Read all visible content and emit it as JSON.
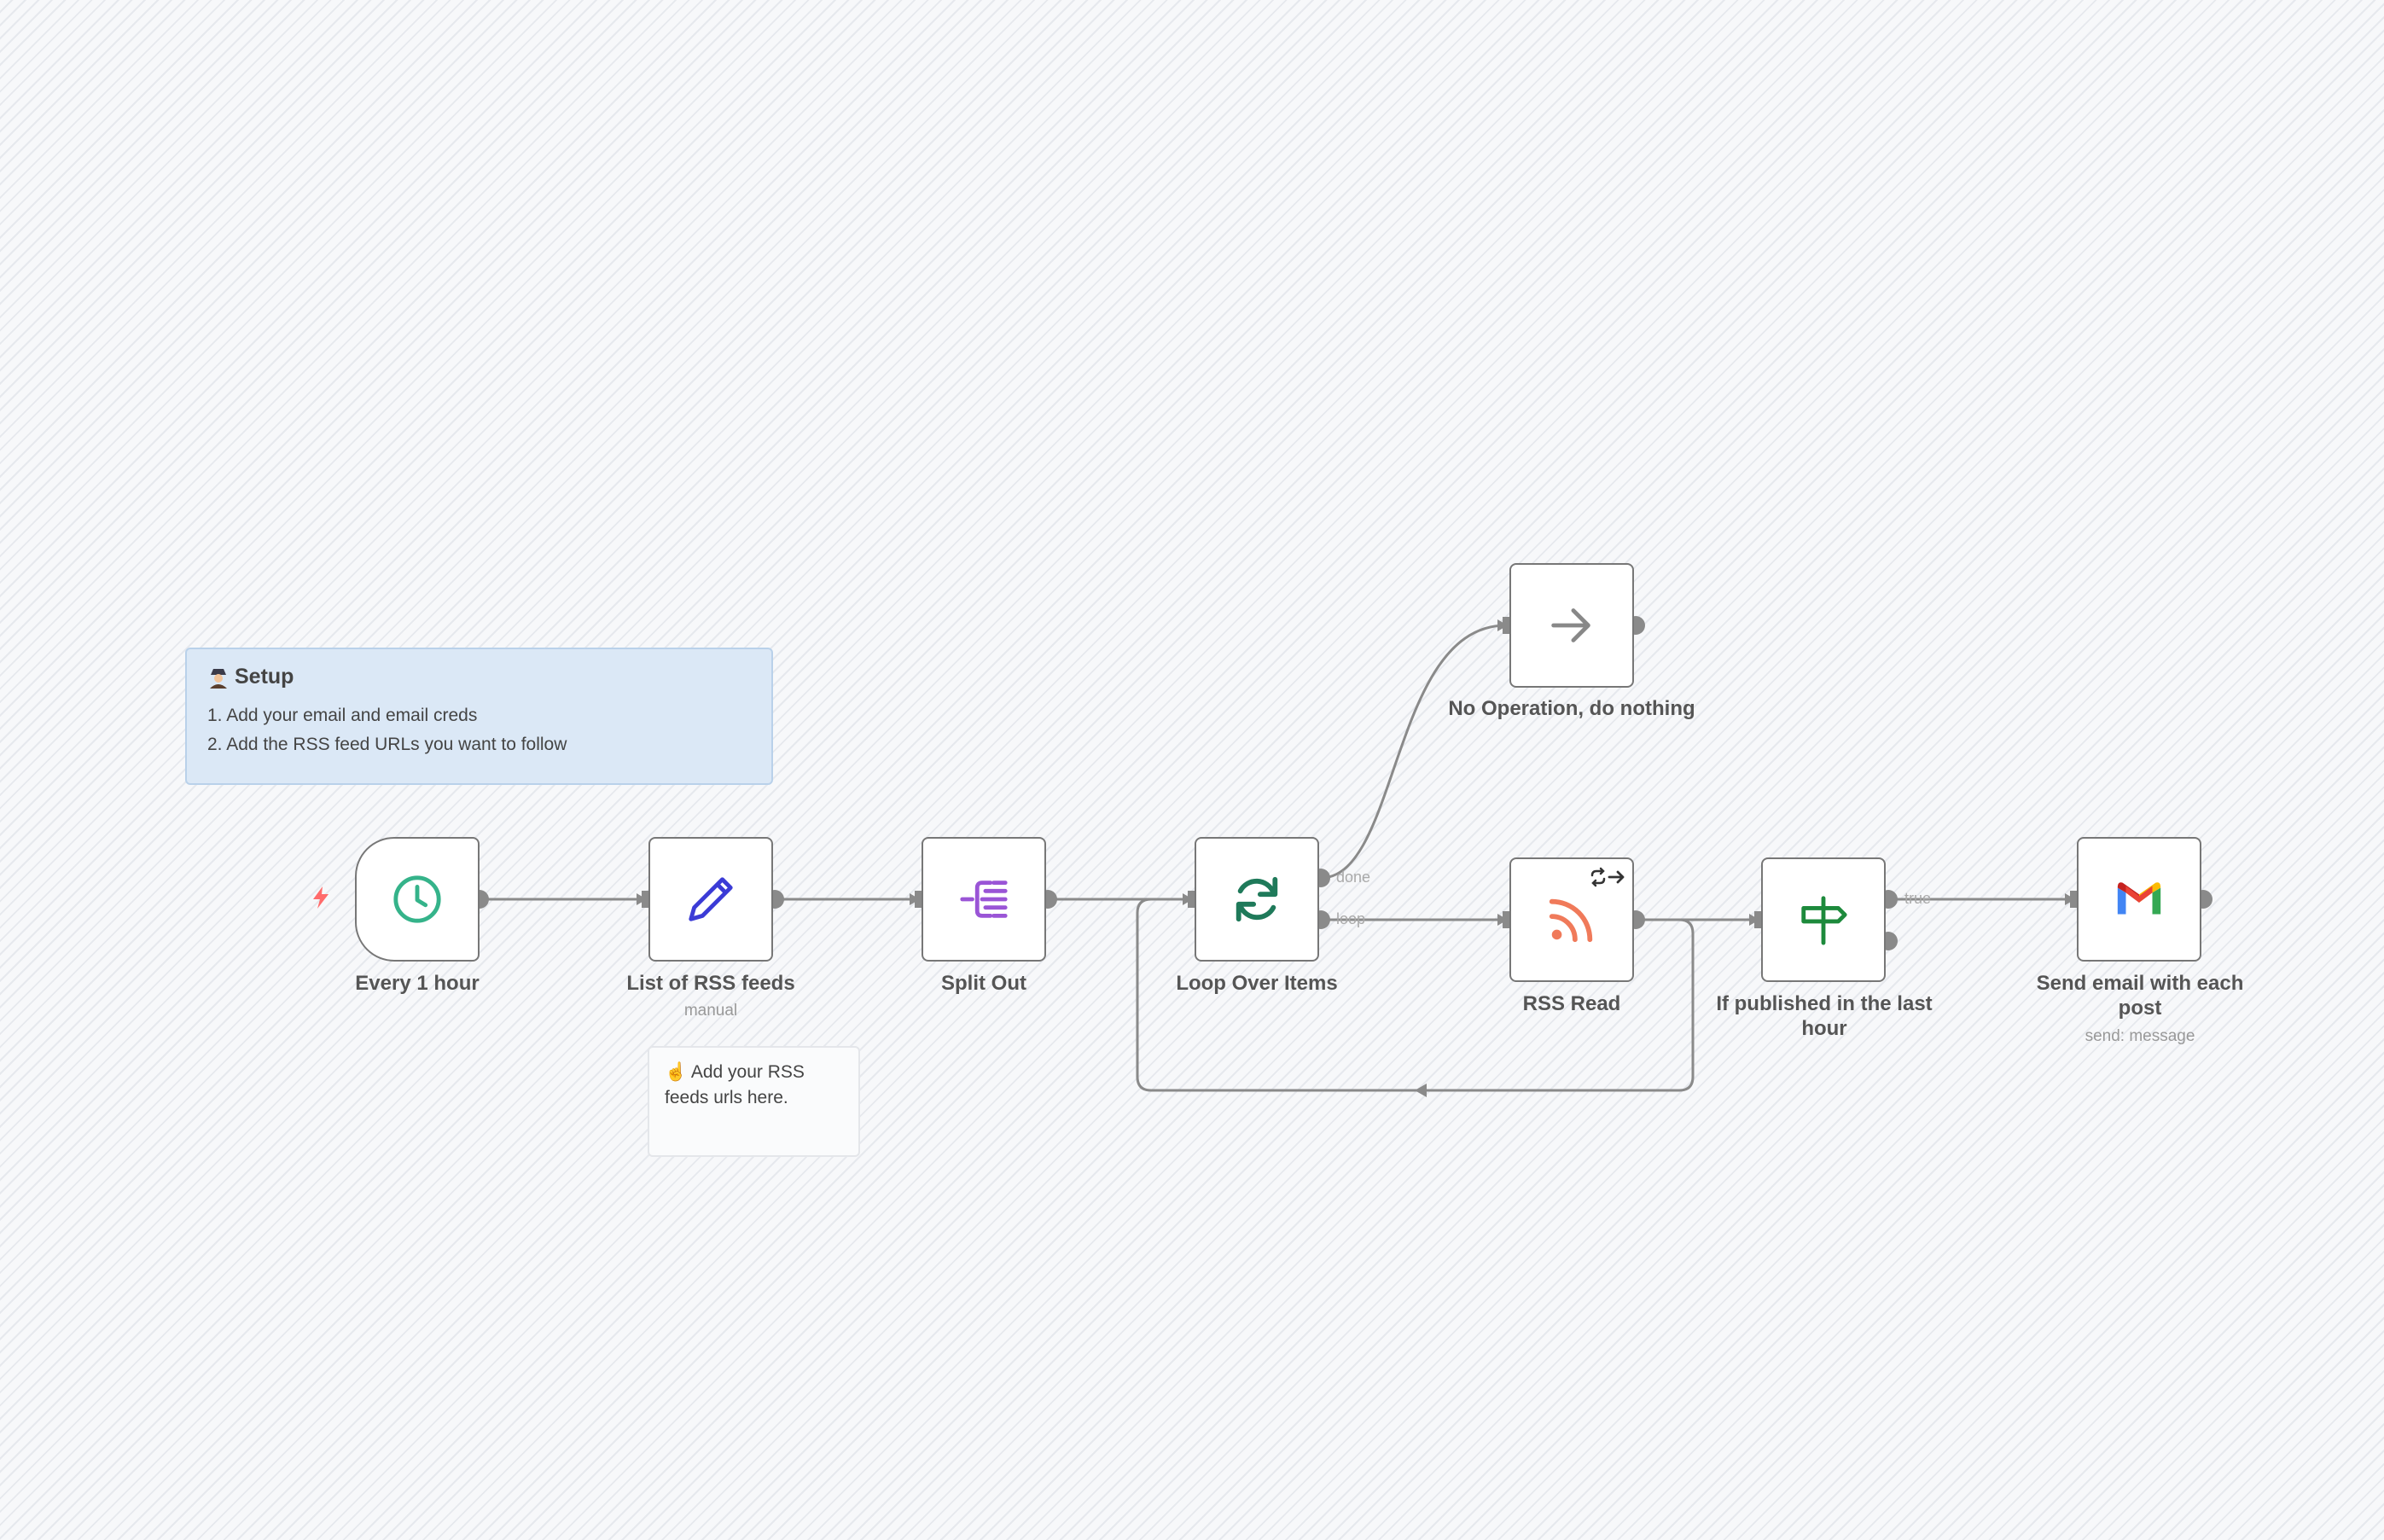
{
  "workflow": {
    "sticky_setup": {
      "title": "Setup",
      "lines": [
        "1. Add your email and email creds",
        "2. Add the RSS feed URLs you want to follow"
      ]
    },
    "sticky_note": {
      "text": "Add your RSS feeds urls here."
    },
    "nodes": [
      {
        "id": "trigger",
        "name": "Every 1 hour",
        "subtitle": "",
        "icon": "clock-icon",
        "color": "#35b38a"
      },
      {
        "id": "set",
        "name": "List of RSS feeds",
        "subtitle": "manual",
        "icon": "pencil-icon",
        "color": "#3b3bd6"
      },
      {
        "id": "split",
        "name": "Split Out",
        "subtitle": "",
        "icon": "split-icon",
        "color": "#9a55d6"
      },
      {
        "id": "loop",
        "name": "Loop Over Items",
        "subtitle": "",
        "icon": "refresh-icon",
        "color": "#1f7a5a"
      },
      {
        "id": "noop",
        "name": "No Operation, do nothing",
        "subtitle": "",
        "icon": "arrow-right-icon",
        "color": "#888888"
      },
      {
        "id": "rss",
        "name": "RSS Read",
        "subtitle": "",
        "icon": "rss-icon",
        "color": "#f07a5a"
      },
      {
        "id": "if",
        "name": "If published in the last hour",
        "subtitle": "",
        "icon": "signpost-icon",
        "color": "#1d8a3c"
      },
      {
        "id": "gmail",
        "name": "Send email with each post",
        "subtitle": "send: message",
        "icon": "gmail-icon",
        "color": "#ea4335"
      }
    ],
    "port_labels": {
      "done": "done",
      "loop": "loop",
      "true": "true"
    },
    "colors": {
      "edge": "#8a8a8a",
      "trigger_bolt": "#ff6b6b",
      "node_border": "#777777"
    }
  }
}
